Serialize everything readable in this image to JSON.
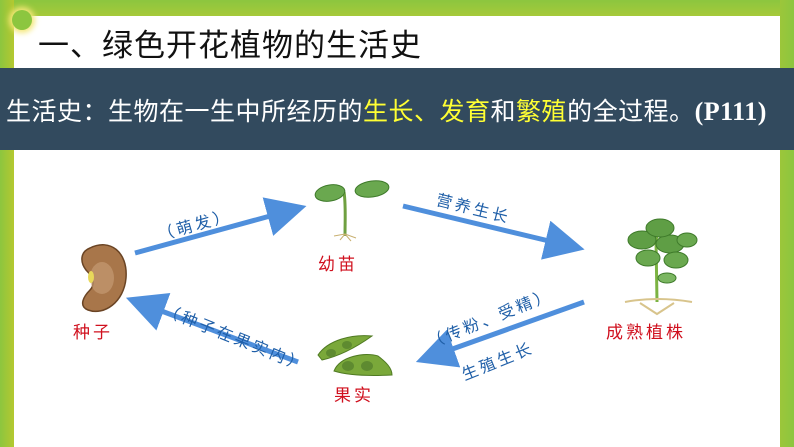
{
  "title": "一、绿色开花植物的生活史",
  "definition": {
    "prefix": "生活史：生物在一生中所经历的",
    "highlight_1": "生长、发育",
    "conj": "和",
    "highlight_2": "繁殖",
    "suffix": "的全过程。",
    "reference": "(P111)"
  },
  "stages": {
    "seed": "种子",
    "seedling": "幼苗",
    "mature_plant": "成熟植株",
    "fruit": "果实"
  },
  "arrows": {
    "germination": "（萌发）",
    "vegetative_growth": "营养生长",
    "pollination": "（传粉、受精）",
    "reproductive_growth": "生殖生长",
    "seed_in_fruit": "（种子在果实内）"
  },
  "colors": {
    "frame_green": "#8cc63f",
    "band_navy": "#324a5e",
    "highlight_yellow": "#ffff33",
    "stage_red": "#d0101e",
    "arrow_blue": "#4f8fdc",
    "label_blue": "#1f5fa8"
  }
}
